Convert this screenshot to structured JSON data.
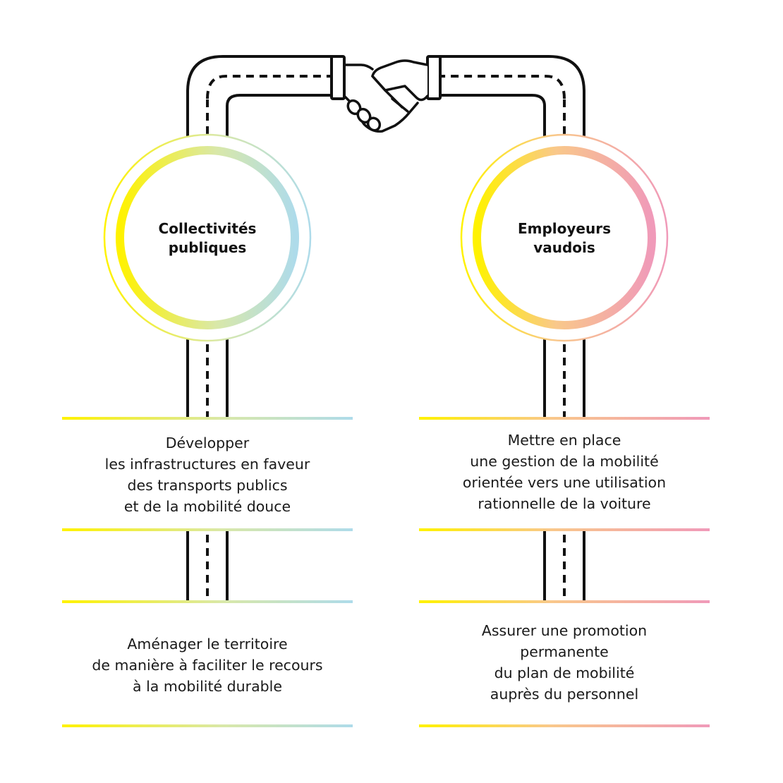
{
  "colors": {
    "yellow": "#fff200",
    "blue": "#aedbea",
    "peach": "#f9c88a",
    "pink": "#f09ab9",
    "road": "#111111"
  },
  "handshake_icon": "handshake-icon",
  "left": {
    "title_lines": [
      "Collectivités",
      "publiques"
    ],
    "block1_lines": [
      "Développer",
      "les infrastructures en faveur",
      "des transports publics",
      "et de la mobilité douce"
    ],
    "block2_lines": [
      "Aménager le territoire",
      "de manière à faciliter le recours",
      "à la mobilité durable"
    ]
  },
  "right": {
    "title_lines": [
      "Employeurs",
      "vaudois"
    ],
    "block1_lines": [
      "Mettre en place",
      "une gestion de la mobilité",
      "orientée vers une utilisation",
      "rationnelle de la voiture"
    ],
    "block2_lines": [
      "Assurer une promotion",
      "permanente",
      "du plan de mobilité",
      "auprès du personnel"
    ]
  }
}
